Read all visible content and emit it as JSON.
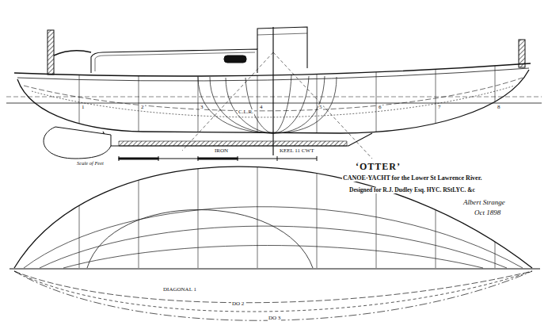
{
  "diagram": {
    "title": "‘OTTER’",
    "labels": [
      "CANOE-YACHT for the Lower St Lawrence River.",
      "Designed for R.J. Dudley Esq. HYC. RStLYC. &c",
      "Albert Strange",
      "Oct 1898",
      "IRON",
      "KEEL 11 CWT",
      "C.L.R.",
      "Scale of Feet",
      "DIAGONAL 1",
      "DO 2",
      "DO 3",
      "1",
      "2",
      "3",
      "4",
      "5",
      "6",
      "7",
      "8"
    ]
  }
}
